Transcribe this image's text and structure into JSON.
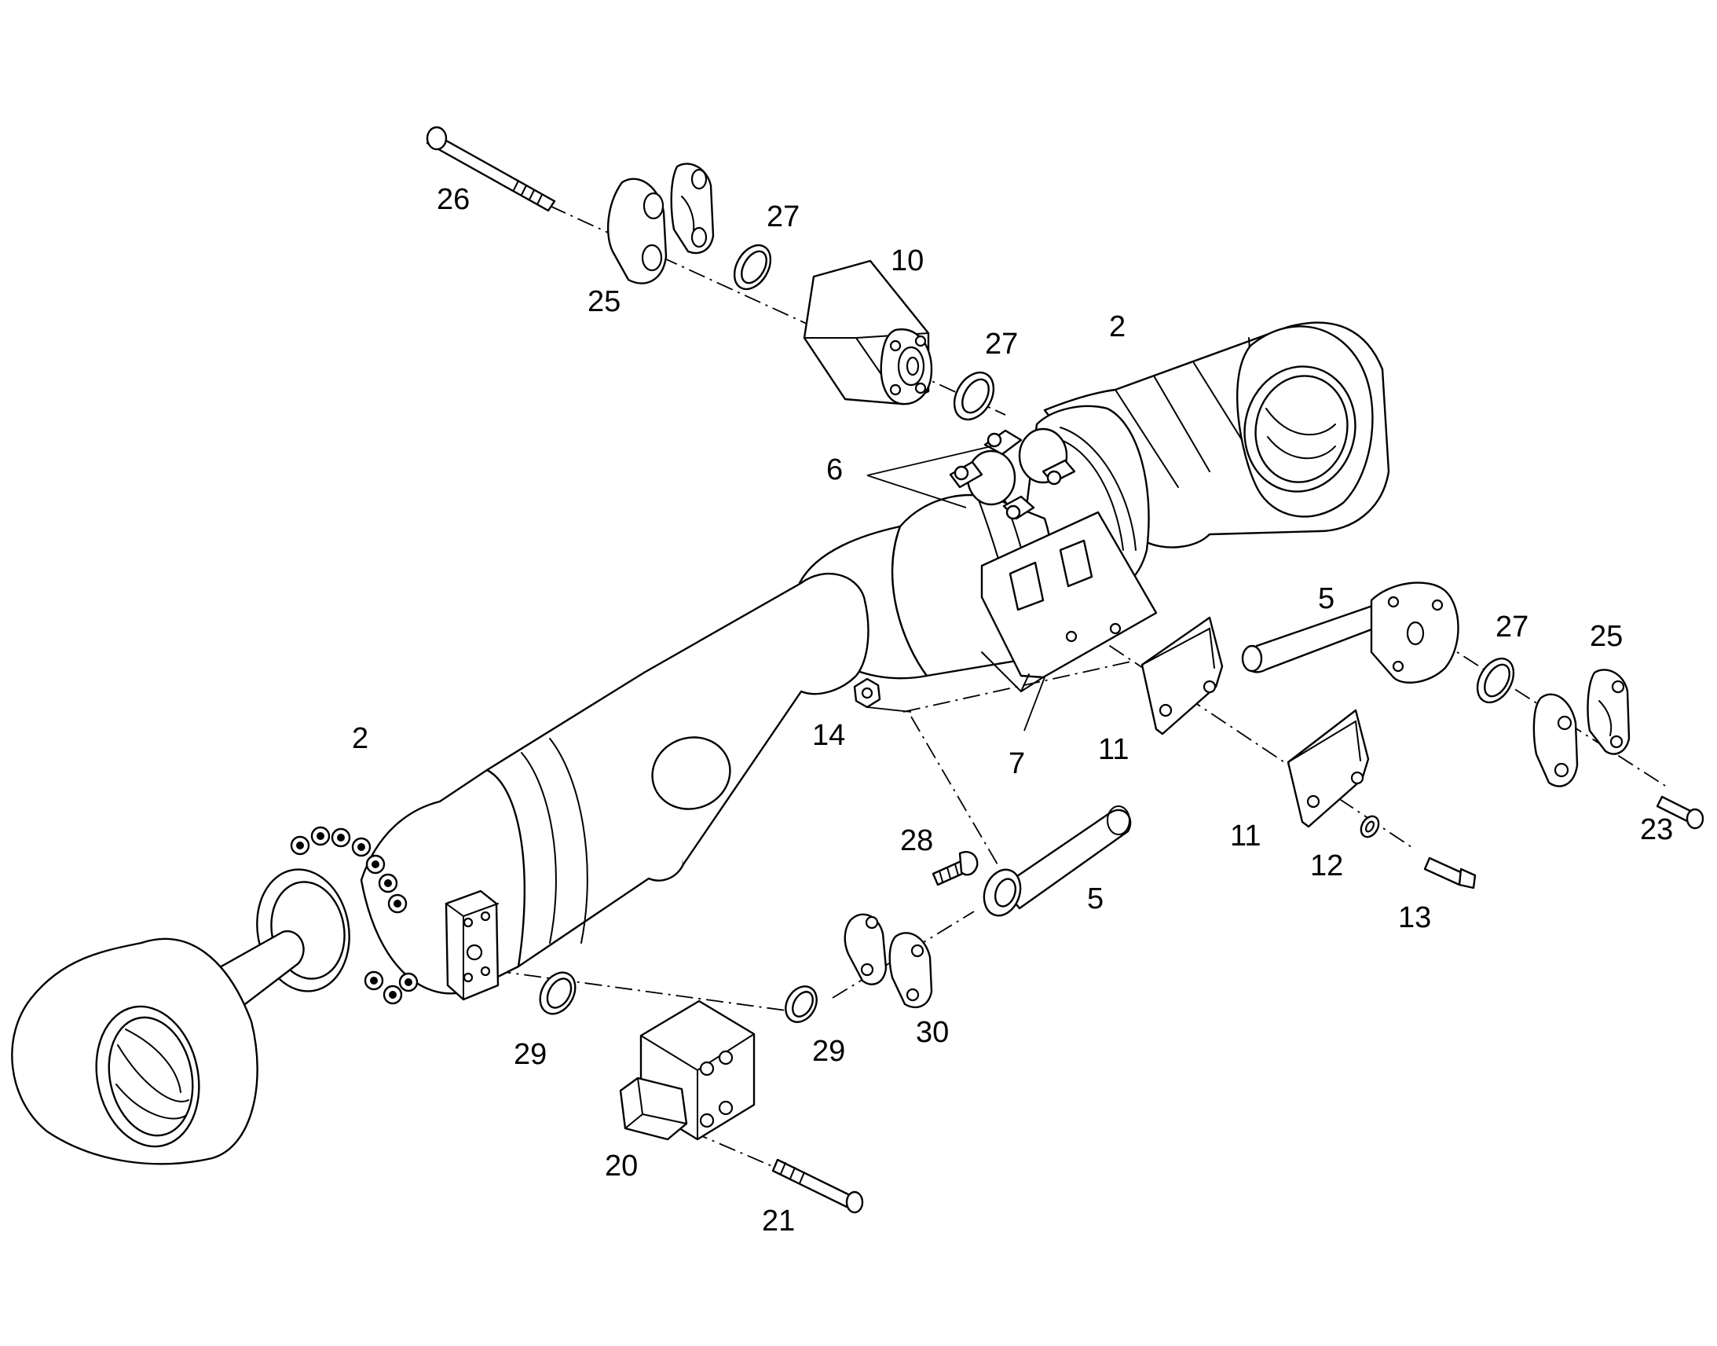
{
  "callouts": [
    {
      "id": "26",
      "text": "26"
    },
    {
      "id": "27a",
      "text": "27"
    },
    {
      "id": "10",
      "text": "10"
    },
    {
      "id": "25a",
      "text": "25"
    },
    {
      "id": "27b",
      "text": "27"
    },
    {
      "id": "2a",
      "text": "2"
    },
    {
      "id": "6",
      "text": "6"
    },
    {
      "id": "5a",
      "text": "5"
    },
    {
      "id": "27c",
      "text": "27"
    },
    {
      "id": "25b",
      "text": "25"
    },
    {
      "id": "14",
      "text": "14"
    },
    {
      "id": "7",
      "text": "7"
    },
    {
      "id": "11a",
      "text": "11"
    },
    {
      "id": "2b",
      "text": "2"
    },
    {
      "id": "28",
      "text": "28"
    },
    {
      "id": "11b",
      "text": "11"
    },
    {
      "id": "23",
      "text": "23"
    },
    {
      "id": "12",
      "text": "12"
    },
    {
      "id": "5b",
      "text": "5"
    },
    {
      "id": "13",
      "text": "13"
    },
    {
      "id": "29a",
      "text": "29"
    },
    {
      "id": "29b",
      "text": "29"
    },
    {
      "id": "30",
      "text": "30"
    },
    {
      "id": "20",
      "text": "20"
    },
    {
      "id": "21",
      "text": "21"
    }
  ]
}
